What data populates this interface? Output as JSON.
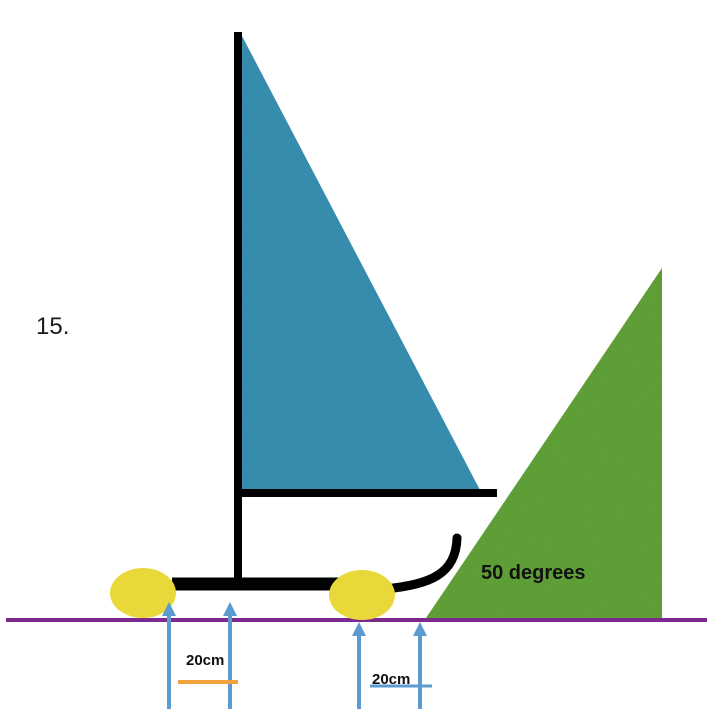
{
  "question": {
    "number": "15."
  },
  "angle_label": "50 degrees",
  "dimension_labels": {
    "left_gap": "20cm",
    "right_gap": "20cm"
  },
  "colors": {
    "sail": "#3a93b4",
    "ramp": "#63a53a",
    "ground_line": "#7d2a8e",
    "wheels": "#e8d83a",
    "frame": "#000000",
    "force_arrows": "#5b9bd0",
    "left_dimension_bar": "#f2a23a",
    "right_dimension_bar": "#5b9bd0"
  }
}
